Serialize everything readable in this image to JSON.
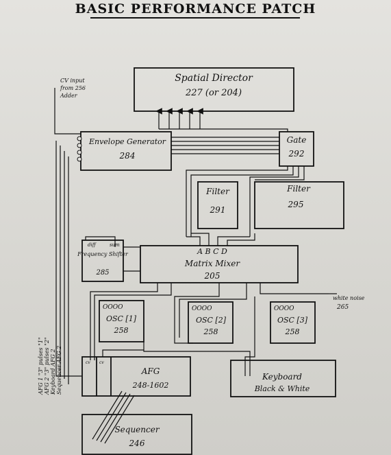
{
  "title": "BASIC PERFORMANCE PATCH",
  "modules": {
    "spatial_director": {
      "name": "Spatial Director",
      "number": "227 (or 204)"
    },
    "envelope_generator": {
      "name": "Envelope Generator",
      "number": "284"
    },
    "gate": {
      "name": "Gate",
      "number": "292"
    },
    "filter_291": {
      "name": "Filter",
      "number": "291"
    },
    "filter_295": {
      "name": "Filter",
      "number": "295"
    },
    "frequency_shifter": {
      "name": "Frequency Shifter",
      "number": "285",
      "jack_diff": "diff",
      "jack_sum": "sum"
    },
    "matrix_mixer": {
      "name": "Matrix Mixer",
      "number": "205",
      "inputs": "A B C D"
    },
    "osc_1": {
      "name": "OSC [1]",
      "number": "258",
      "jacks": "OOOO"
    },
    "osc_2": {
      "name": "OSC [2]",
      "number": "258",
      "jacks": "OOOO"
    },
    "osc_3": {
      "name": "OSC [3]",
      "number": "258",
      "jacks": "OOOO"
    },
    "afg": {
      "name": "AFG",
      "number": "248-1602",
      "jack_cv": "cv"
    },
    "keyboard": {
      "name": "Keyboard",
      "subtitle": "Black & White"
    },
    "sequencer": {
      "name": "Sequencer",
      "number": "246"
    }
  },
  "annotations": {
    "cv_input": [
      "CV input",
      "from 256",
      "Adder"
    ],
    "white_noise": [
      "white noise",
      "265"
    ],
    "sources": [
      "AFG 1 \"3\" pulses \"1\"",
      "AFG 2 \"3\" pulses \"2\"",
      "Keyboard AFG 2",
      "Sequencer AFG 2"
    ]
  }
}
